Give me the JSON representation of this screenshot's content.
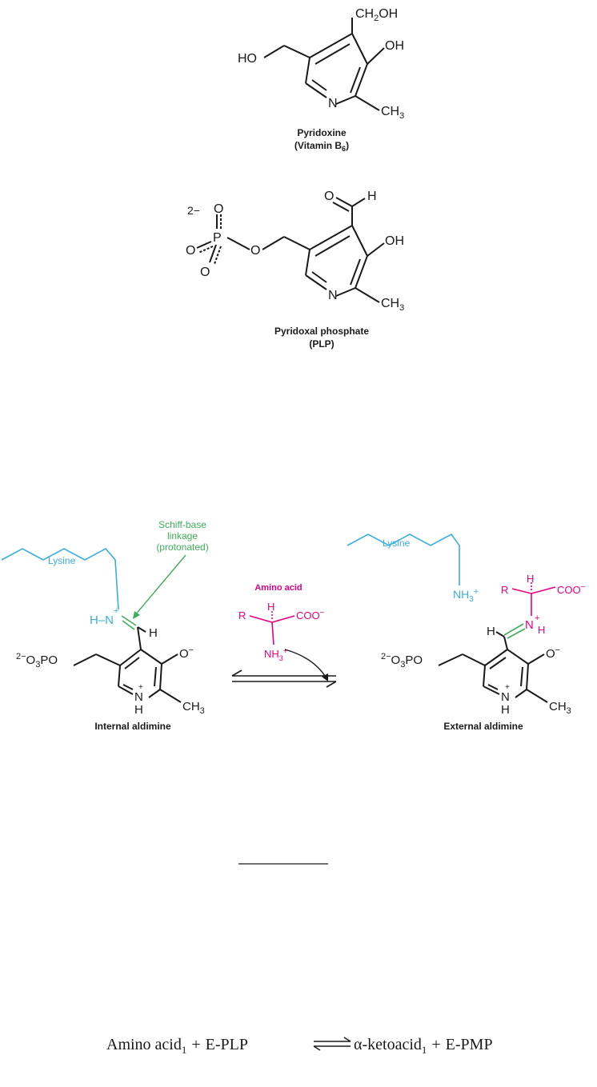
{
  "colors": {
    "black": "#1a1a1a",
    "lysine_blue": "#3aaee0",
    "amino_pink": "#e6007e",
    "schiff_green": "#3fae5a"
  },
  "pyridoxine": {
    "ch2oh": "CH",
    "ch2oh_sub": "2",
    "ch2oh_tail": "OH",
    "oh": "OH",
    "ho": "HO",
    "n": "N",
    "ch3": "CH",
    "ch3_sub": "3",
    "caption_line1": "Pyridoxine",
    "caption_line2": "(Vitamin B",
    "caption_sub": "6",
    "caption_close": ")"
  },
  "plp": {
    "charge": "2−",
    "o_top": "O",
    "o_left": "O",
    "o_bottom": "O",
    "p": "P",
    "o_ester": "O",
    "o_ald": "O",
    "h_ald": "H",
    "oh": "OH",
    "n": "N",
    "ch3": "CH",
    "ch3_sub": "3",
    "caption_line1": "Pyridoxal phosphate",
    "caption_line2": "(PLP)"
  },
  "internal": {
    "lysine": "Lysine",
    "schiff_line1": "Schiff-base",
    "schiff_line2": "linkage",
    "schiff_line3": "(protonated)",
    "hn": "H–N",
    "plus": "+",
    "h": "H",
    "o_minus": "O",
    "minus": "−",
    "phos_prefix": "2−",
    "phos_o": "O",
    "phos_sub": "3",
    "phos_po": "PO",
    "n": "N",
    "n_h": "H",
    "ch3": "CH",
    "ch3_sub": "3",
    "caption": "Internal aldimine"
  },
  "amino_acid": {
    "label": "Amino acid",
    "r": "R",
    "h": "H",
    "coo": "COO",
    "coo_charge": "−",
    "nh": "NH",
    "nh_sub": "3",
    "nh_charge": "+"
  },
  "external": {
    "lysine": "Lysine",
    "nh": "NH",
    "nh_sub": "3",
    "nh_charge": "+",
    "r": "R",
    "h_top": "H",
    "coo": "COO",
    "coo_charge": "−",
    "n": "N",
    "n_plus": "+",
    "n_h": "H",
    "h_left": "H",
    "o_minus": "O",
    "minus": "−",
    "phos_prefix": "2−",
    "phos_o": "O",
    "phos_sub": "3",
    "phos_po": "PO",
    "ring_n": "N",
    "ring_h": "H",
    "ch3": "CH",
    "ch3_sub": "3",
    "caption": "External aldimine"
  },
  "equation": {
    "lhs1": "Amino acid",
    "lhs1_sub": "1",
    "plus1": "+",
    "lhs2": "E-PLP",
    "rhs1": "α-ketoacid",
    "rhs1_sub": "1",
    "plus2": "+",
    "rhs2": "E-PMP"
  }
}
